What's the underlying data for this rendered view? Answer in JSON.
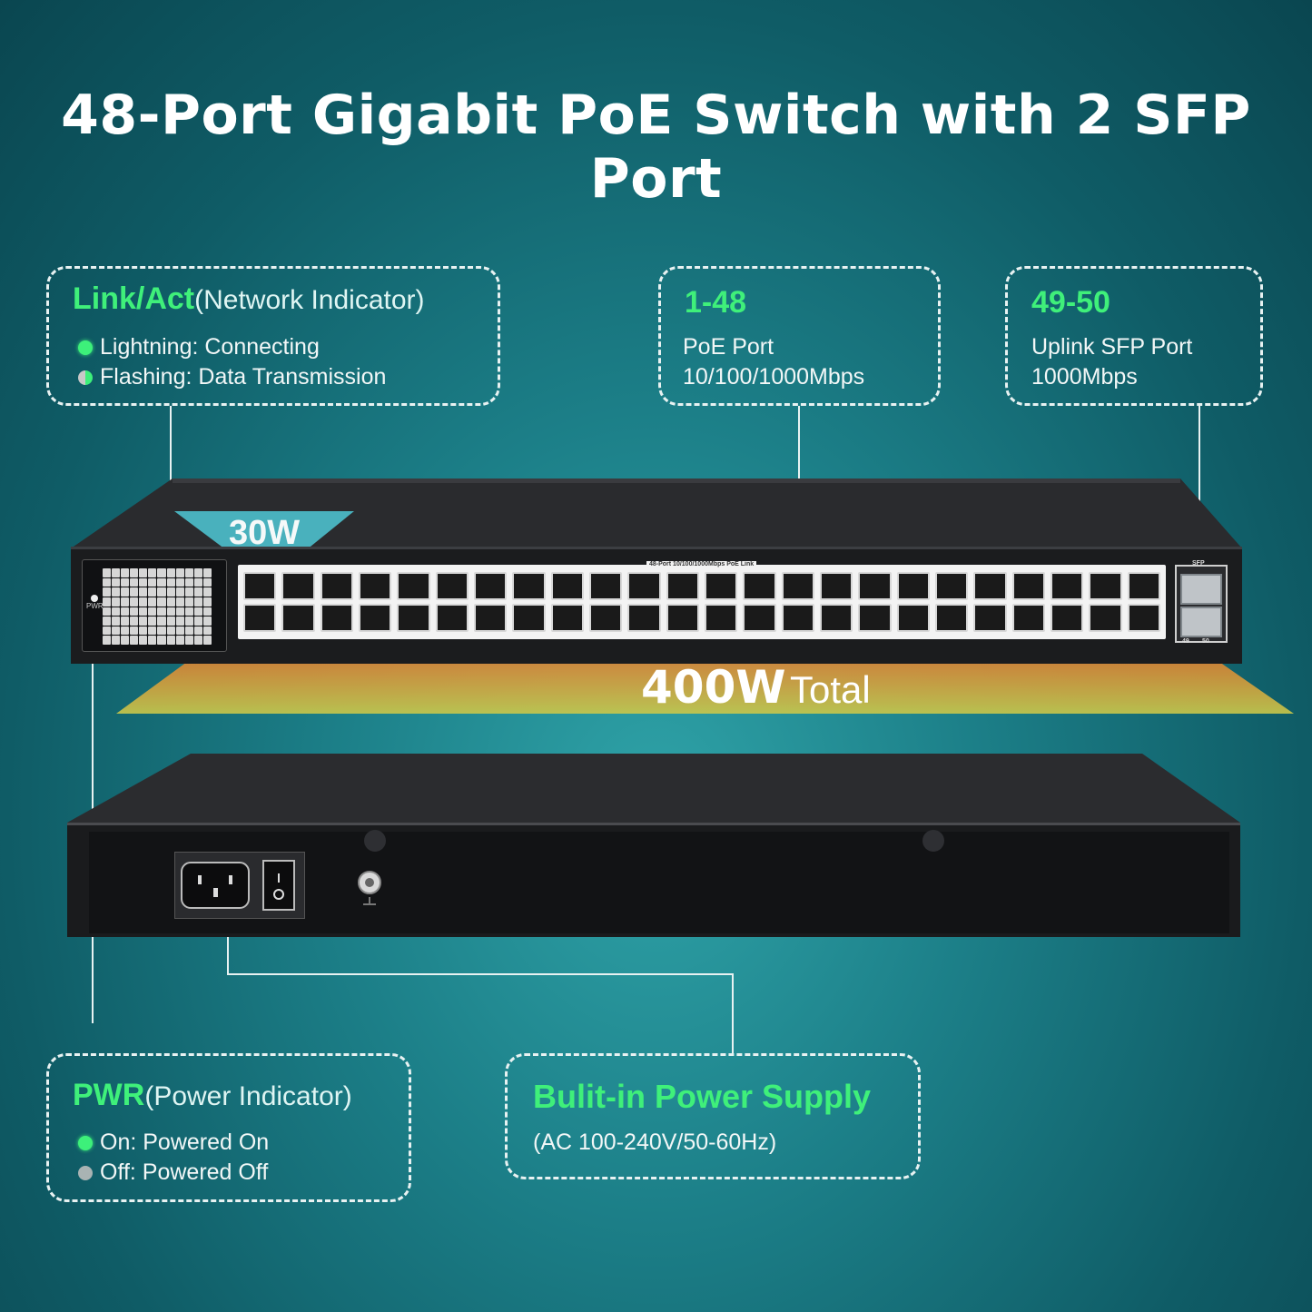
{
  "title": "48-Port Gigabit PoE Switch with 2 SFP Port",
  "colors": {
    "accent_green": "#3ff07a",
    "background": "#1c7f88",
    "switch_body": "#1b1c1e"
  },
  "callouts": {
    "link_act": {
      "heading": "Link/Act",
      "heading_sub": "(Network Indicator)",
      "lines": [
        "Lightning: Connecting",
        "Flashing: Data Transmission"
      ]
    },
    "poe_ports": {
      "heading": "1-48",
      "lines": [
        "PoE Port",
        "10/100/1000Mbps"
      ]
    },
    "sfp_ports": {
      "heading": "49-50",
      "lines": [
        "Uplink SFP Port",
        "1000Mbps"
      ]
    },
    "pwr": {
      "heading": "PWR",
      "heading_sub": "(Power Indicator)",
      "lines": [
        "On: Powered On",
        "Off: Powered Off"
      ]
    },
    "power_supply": {
      "heading": "Bulit-in Power Supply",
      "lines": [
        "(AC 100-240V/50-60Hz)"
      ]
    }
  },
  "power": {
    "per_port": "30W",
    "total_value": "400W",
    "total_label": "Total"
  },
  "switch_labels": {
    "panel_caption": "48-Port 10/100/1000Mbps PoE Link",
    "pwr_label": "PWR",
    "sfp_label": "SFP",
    "sfp_port_a": "49",
    "sfp_port_b": "50"
  }
}
